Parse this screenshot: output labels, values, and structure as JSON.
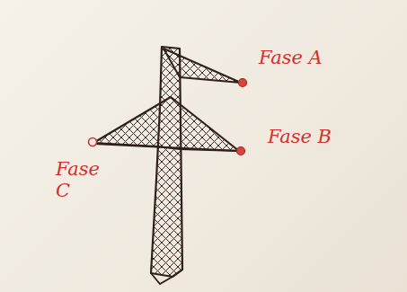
{
  "diagram": {
    "labels": [
      "Fase A",
      "Fase B",
      "Fase C"
    ]
  }
}
